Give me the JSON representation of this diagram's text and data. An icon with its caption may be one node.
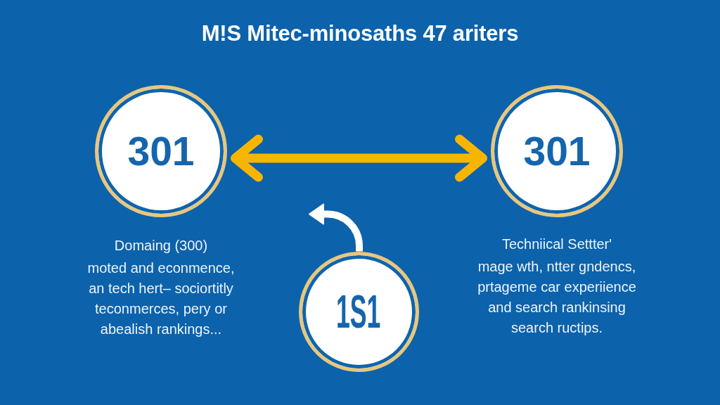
{
  "diagram": {
    "title": "M!S Mitec-minosaths 47 ariters",
    "nodes": [
      {
        "text": [
          "301"
        ],
        "beside": [
          "Domaing (300)",
          "moted and econmence, an tech hert– sociortitly teconmerces, pery or abealish rankings..."
        ]
      },
      {
        "text": [
          "301"
        ],
        "beside": [
          "Techniical Settter'",
          "mage wth, ntter gndencs, prtageme car experiience and search rankinsing search ructips."
        ]
      },
      {
        "text": [
          "1S1"
        ]
      }
    ],
    "edges": [
      {
        "from": 0,
        "to": 1,
        "arrow": "both",
        "color": "#f7b500"
      },
      {
        "from": 2,
        "to": null,
        "arrow": "to",
        "color": "#ffffff"
      }
    ]
  }
}
